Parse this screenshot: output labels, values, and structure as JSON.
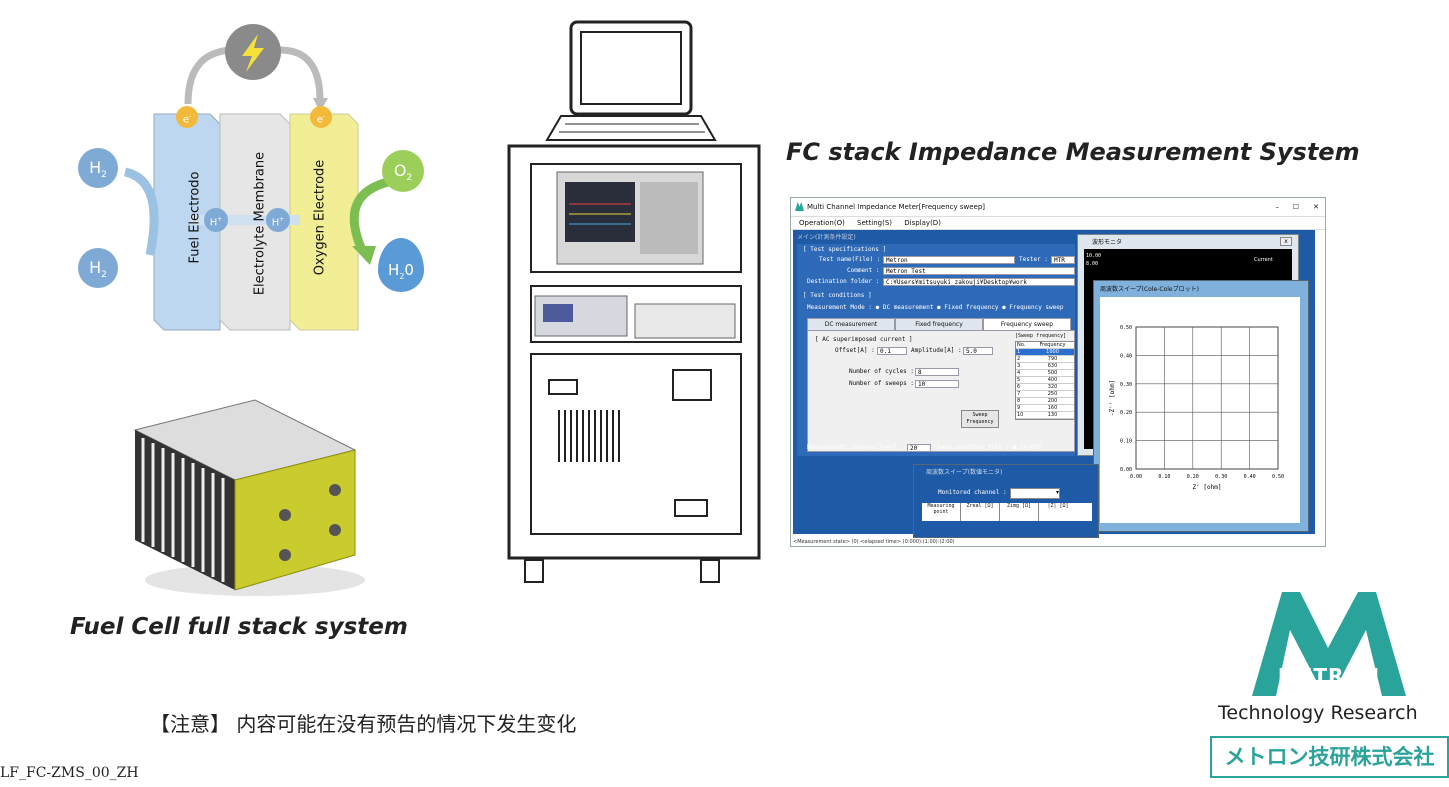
{
  "fuel_cell": {
    "fuel_electrode_label": "Fuel Electrodo",
    "membrane_label": "Electrolyte Membrane",
    "oxygen_electrode_label": "Oxygen Electrode",
    "h2_in": "H",
    "h2_in_sub": "2",
    "h2_out": "H",
    "h2_out_sub": "2",
    "o2": "O",
    "o2_sub": "2",
    "h2o": "H",
    "h2o_sub": "2",
    "h2o_tail": "0",
    "electron": "e",
    "electron_sup": "-",
    "proton": "H",
    "proton_sup": "+",
    "colors": {
      "fuel": "#bcd7ef",
      "membrane": "#e6e6e6",
      "oxygen": "#f1ee95",
      "ball": "#7faad6",
      "o2_ball": "#9ccf5a",
      "electron": "#f3b93a"
    }
  },
  "stack_caption": "Fuel Cell full stack system",
  "system_caption": "FC stack Impedance Measurement System",
  "notice": "【注意】 内容可能在没有预告的情况下发生变化",
  "doc_code": "LF_FC-ZMS_00_ZH",
  "logo": {
    "name": "METRON",
    "tagline": "Technology Research",
    "japanese": "メトロン技研株式会社",
    "color": "#2aa39a"
  },
  "app_window": {
    "title": "Multi Channel Impedance Meter[Frequency sweep]",
    "menu": [
      "Operation(O)",
      "Setting(S)",
      "Display(D)"
    ],
    "panel_header": "メイン(計測条件設定)",
    "test_spec_header": "[ Test specifications ]",
    "test_name_label": "Test name(File) :",
    "test_name_value": "Metron",
    "tester_label": "Tester :",
    "tester_value": "MTR",
    "comment_label": "Comment :",
    "comment_value": "Metron Test",
    "dest_label": "Destination folder :",
    "dest_value": "C:¥Users¥mitsuyuki_zakouji¥Desktop¥work",
    "test_cond_header": "[ Test conditions ]",
    "mode_text": "Measurement Mode : ● DC measurement ● Fixed frequency ● Frequency sweep",
    "tabs": [
      "DC measurement",
      "Fixed frequency",
      "Frequency sweep"
    ],
    "ac_header": "[ AC superimposed current ]",
    "offset_label": "Offset[A] :",
    "offset_value": "0.1",
    "amplitude_label": "Amplitude[A] :",
    "amplitude_value": "5.0",
    "cycles_label": "Number of cycles :",
    "cycles_value": "8",
    "sweeps_label": "Number of sweeps :",
    "sweeps_value": "10",
    "sweep_btn": "Sweep Frequency",
    "sweep_table_header": "[Sweep frequency]",
    "sweep_cols": [
      "No.",
      "Frequency"
    ],
    "sweep_rows": [
      [
        "1",
        "1000"
      ],
      [
        "2",
        "790"
      ],
      [
        "3",
        "630"
      ],
      [
        "4",
        "500"
      ],
      [
        "5",
        "400"
      ],
      [
        "6",
        "320"
      ],
      [
        "7",
        "250"
      ],
      [
        "8",
        "200"
      ],
      [
        "9",
        "160"
      ],
      [
        "10",
        "130"
      ]
    ],
    "interval_label": "Measurement interval[sec] :",
    "interval_value": "20",
    "save_label": "Save waveform file : ■ On/Off",
    "status_bar": "<Measurement state> (0)  <elapsed time> (0:000):(1:00):(2:00)",
    "waveform_title": "波形モニタ",
    "waveform_ylabel_top": "10.00",
    "waveform_ylabel_2": "8.00",
    "waveform_legend": "Current",
    "close_btn": "x",
    "monitor_title": "周波数スイープ(数値モニタ)",
    "monitored_label": "Monitored channel :",
    "monitor_cols": [
      "Measuring point",
      "Zreal [Ω]",
      "Zimg [Ω]",
      "|Z| [Ω]"
    ],
    "cole_title": "周波数スイープ(Cole-Coleプロット)"
  },
  "chart_data": {
    "type": "scatter",
    "title": "",
    "xlabel": "Z' [ohm]",
    "ylabel": "-Z'' [ohm]",
    "xlim": [
      0,
      0.5
    ],
    "ylim": [
      0,
      0.5
    ],
    "x_ticks": [
      "0.00",
      "0.10",
      "0.20",
      "0.30",
      "0.40",
      "0.50"
    ],
    "y_ticks": [
      "0.00",
      "0.10",
      "0.20",
      "0.30",
      "0.40",
      "0.50"
    ],
    "grid": true,
    "series": []
  }
}
